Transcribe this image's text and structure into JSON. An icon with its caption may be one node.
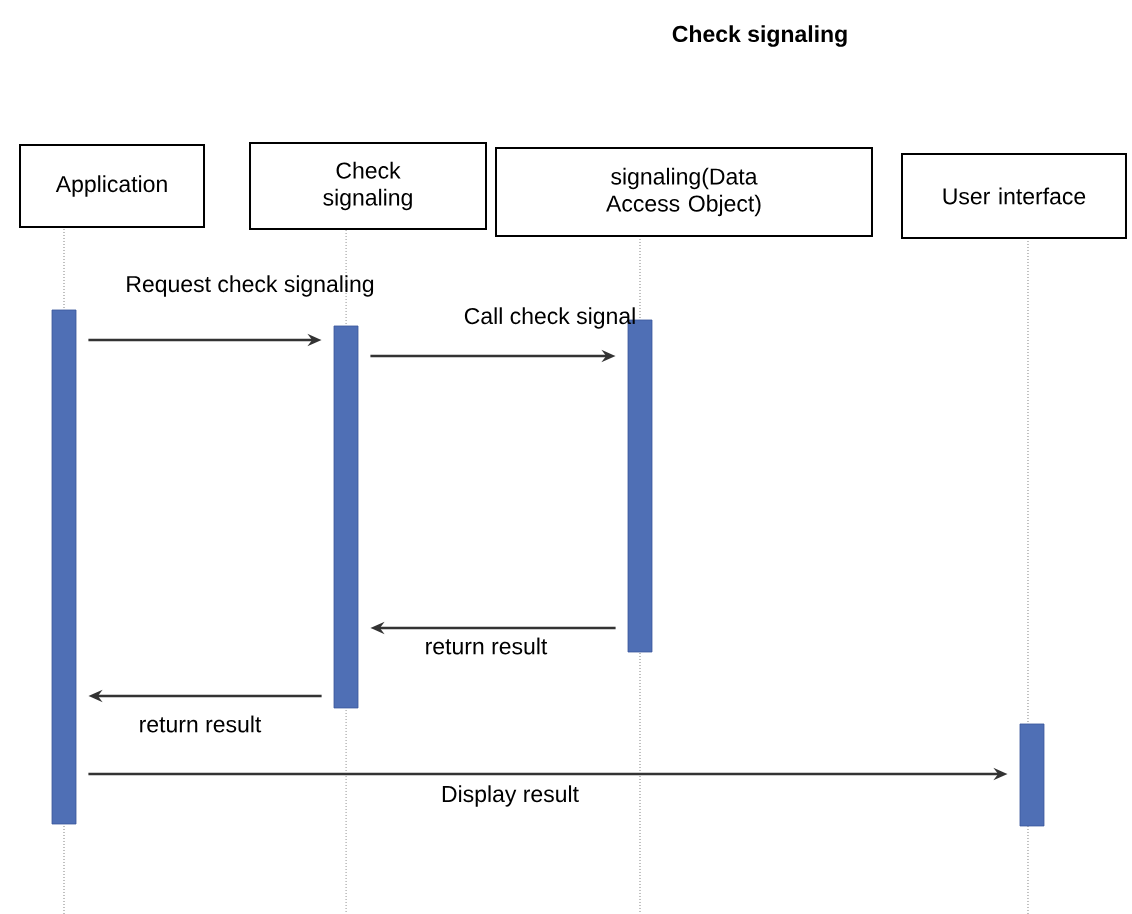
{
  "diagram": {
    "title": "Check signaling",
    "nodes": [
      {
        "text": [
          "Application"
        ]
      },
      {
        "text": [
          "Check signaling"
        ]
      },
      {
        "text": [
          "signaling(Data Access Object)"
        ]
      },
      {
        "text": [
          "User interface"
        ]
      },
      {
        "text": [],
        "shape": "bar"
      },
      {
        "text": [],
        "shape": "bar"
      },
      {
        "text": [],
        "shape": "bar"
      },
      {
        "text": [],
        "shape": "bar"
      }
    ],
    "edges": [
      {
        "from": 4,
        "to": 5,
        "arrow": "to",
        "label": "Request check signaling"
      },
      {
        "from": 5,
        "to": 6,
        "arrow": "to",
        "label": "Call check signal"
      },
      {
        "from": 6,
        "to": 5,
        "arrow": "to",
        "label": "return result"
      },
      {
        "from": 5,
        "to": 4,
        "arrow": "to",
        "label": "return result"
      },
      {
        "from": 4,
        "to": 7,
        "arrow": "to",
        "label": "Display result"
      }
    ]
  }
}
